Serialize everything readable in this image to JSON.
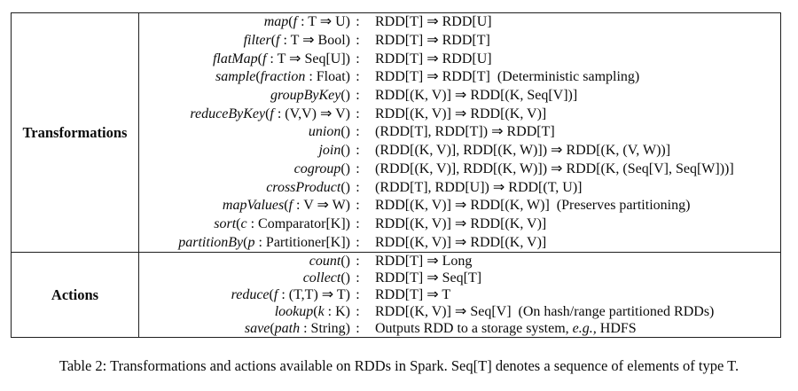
{
  "page": {
    "caption": "Table 2: Transformations and actions available on RDDs in Spark. Seq[T] denotes a sequence of elements of type T."
  },
  "table": {
    "colon": ":",
    "sections": [
      {
        "label": "Transformations",
        "rows": [
          {
            "sig": [
              [
                "i",
                "map"
              ],
              [
                "r",
                "("
              ],
              [
                "i",
                "f"
              ],
              [
                "r",
                " : T ⇒ U)"
              ]
            ],
            "res": [
              [
                "r",
                "RDD[T] ⇒ RDD[U]"
              ]
            ]
          },
          {
            "sig": [
              [
                "i",
                "filter"
              ],
              [
                "r",
                "("
              ],
              [
                "i",
                "f"
              ],
              [
                "r",
                " : T ⇒ Bool)"
              ]
            ],
            "res": [
              [
                "r",
                "RDD[T] ⇒ RDD[T]"
              ]
            ]
          },
          {
            "sig": [
              [
                "i",
                "flatMap"
              ],
              [
                "r",
                "("
              ],
              [
                "i",
                "f"
              ],
              [
                "r",
                " : T ⇒ Seq[U])"
              ]
            ],
            "res": [
              [
                "r",
                "RDD[T] ⇒ RDD[U]"
              ]
            ]
          },
          {
            "sig": [
              [
                "i",
                "sample"
              ],
              [
                "r",
                "("
              ],
              [
                "i",
                "fraction"
              ],
              [
                "r",
                " : Float)"
              ]
            ],
            "res": [
              [
                "r",
                "RDD[T] ⇒ RDD[T] (Deterministic sampling)"
              ]
            ]
          },
          {
            "sig": [
              [
                "i",
                "groupByKey"
              ],
              [
                "r",
                "()"
              ]
            ],
            "res": [
              [
                "r",
                "RDD[(K, V)] ⇒ RDD[(K, Seq[V])]"
              ]
            ]
          },
          {
            "sig": [
              [
                "i",
                "reduceByKey"
              ],
              [
                "r",
                "("
              ],
              [
                "i",
                "f"
              ],
              [
                "r",
                " : (V,V) ⇒ V)"
              ]
            ],
            "res": [
              [
                "r",
                "RDD[(K, V)] ⇒ RDD[(K, V)]"
              ]
            ]
          },
          {
            "sig": [
              [
                "i",
                "union"
              ],
              [
                "r",
                "()"
              ]
            ],
            "res": [
              [
                "r",
                "(RDD[T], RDD[T]) ⇒ RDD[T]"
              ]
            ]
          },
          {
            "sig": [
              [
                "i",
                "join"
              ],
              [
                "r",
                "()"
              ]
            ],
            "res": [
              [
                "r",
                "(RDD[(K, V)], RDD[(K, W)]) ⇒ RDD[(K, (V, W))]"
              ]
            ]
          },
          {
            "sig": [
              [
                "i",
                "cogroup"
              ],
              [
                "r",
                "()"
              ]
            ],
            "res": [
              [
                "r",
                "(RDD[(K, V)], RDD[(K, W)]) ⇒ RDD[(K, (Seq[V], Seq[W]))]"
              ]
            ]
          },
          {
            "sig": [
              [
                "i",
                "crossProduct"
              ],
              [
                "r",
                "()"
              ]
            ],
            "res": [
              [
                "r",
                "(RDD[T], RDD[U]) ⇒ RDD[(T, U)]"
              ]
            ]
          },
          {
            "sig": [
              [
                "i",
                "mapValues"
              ],
              [
                "r",
                "("
              ],
              [
                "i",
                "f"
              ],
              [
                "r",
                " : V ⇒ W)"
              ]
            ],
            "res": [
              [
                "r",
                "RDD[(K, V)] ⇒ RDD[(K, W)] (Preserves partitioning)"
              ]
            ]
          },
          {
            "sig": [
              [
                "i",
                "sort"
              ],
              [
                "r",
                "("
              ],
              [
                "i",
                "c"
              ],
              [
                "r",
                " : Comparator[K])"
              ]
            ],
            "res": [
              [
                "r",
                "RDD[(K, V)] ⇒ RDD[(K, V)]"
              ]
            ]
          },
          {
            "sig": [
              [
                "i",
                "partitionBy"
              ],
              [
                "r",
                "("
              ],
              [
                "i",
                "p"
              ],
              [
                "r",
                " : Partitioner[K])"
              ]
            ],
            "res": [
              [
                "r",
                "RDD[(K, V)] ⇒ RDD[(K, V)]"
              ]
            ]
          }
        ]
      },
      {
        "label": "Actions",
        "rows": [
          {
            "sig": [
              [
                "i",
                "count"
              ],
              [
                "r",
                "()"
              ]
            ],
            "res": [
              [
                "r",
                "RDD[T] ⇒ Long"
              ]
            ]
          },
          {
            "sig": [
              [
                "i",
                "collect"
              ],
              [
                "r",
                "()"
              ]
            ],
            "res": [
              [
                "r",
                "RDD[T] ⇒ Seq[T]"
              ]
            ]
          },
          {
            "sig": [
              [
                "i",
                "reduce"
              ],
              [
                "r",
                "("
              ],
              [
                "i",
                "f"
              ],
              [
                "r",
                " : (T,T) ⇒ T)"
              ]
            ],
            "res": [
              [
                "r",
                "RDD[T] ⇒ T"
              ]
            ]
          },
          {
            "sig": [
              [
                "i",
                "lookup"
              ],
              [
                "r",
                "("
              ],
              [
                "i",
                "k"
              ],
              [
                "r",
                " : K)"
              ]
            ],
            "res": [
              [
                "r",
                "RDD[(K, V)] ⇒ Seq[V] (On hash/range partitioned RDDs)"
              ]
            ]
          },
          {
            "sig": [
              [
                "i",
                "save"
              ],
              [
                "r",
                "("
              ],
              [
                "i",
                "path"
              ],
              [
                "r",
                " : String)"
              ]
            ],
            "res": [
              [
                "r",
                "Outputs RDD to a storage system, "
              ],
              [
                "i",
                "e.g.,"
              ],
              [
                "r",
                " HDFS"
              ]
            ]
          }
        ]
      }
    ]
  }
}
